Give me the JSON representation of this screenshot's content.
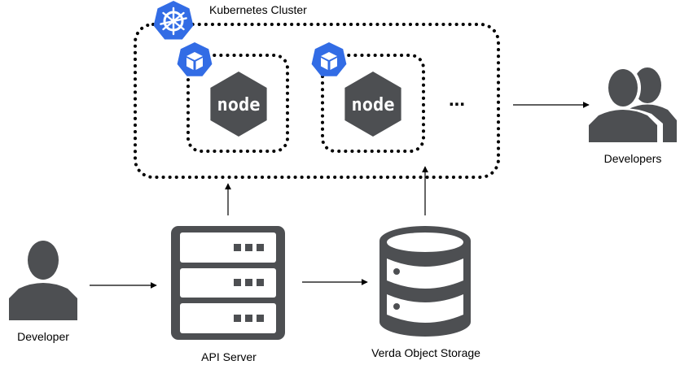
{
  "cluster": {
    "title": "Kubernetes Cluster",
    "pods": [
      {
        "node_text": "node"
      },
      {
        "node_text": "node"
      }
    ],
    "ellipsis": "..."
  },
  "developers": {
    "label": "Developers"
  },
  "developer": {
    "label": "Developer"
  },
  "api_server": {
    "label": "API Server"
  },
  "storage": {
    "label": "Verda Object Storage"
  },
  "colors": {
    "k8s_blue": "#326CE5",
    "icon_gray": "#4D4F52",
    "node_gray": "#4D4F52",
    "line": "#000000"
  }
}
